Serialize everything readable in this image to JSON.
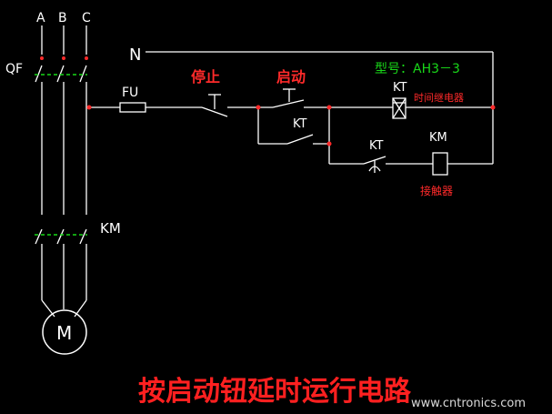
{
  "labels": {
    "phase_a": "A",
    "phase_b": "B",
    "phase_c": "C",
    "qf": "QF",
    "km_main": "KM",
    "motor": "M",
    "neutral": "N",
    "fuse": "FU",
    "stop": "停止",
    "start": "启动",
    "kt_contact_1": "KT",
    "kt_coil": "KT",
    "model": "型号：AH3－3",
    "relay_name": "时间继电器",
    "kt_contact_2": "KT",
    "km_coil": "KM",
    "contactor_name": "接触器",
    "title": "按启动钮延时运行电路",
    "watermark": "www.cntronics.com"
  },
  "colors": {
    "wire": "#ffffff",
    "label": "#ffffff",
    "red_text": "#ff2a2a",
    "green_text": "#19d719",
    "dash": "#19d719",
    "node": "#ff2a2a",
    "title": "#ff2020"
  }
}
